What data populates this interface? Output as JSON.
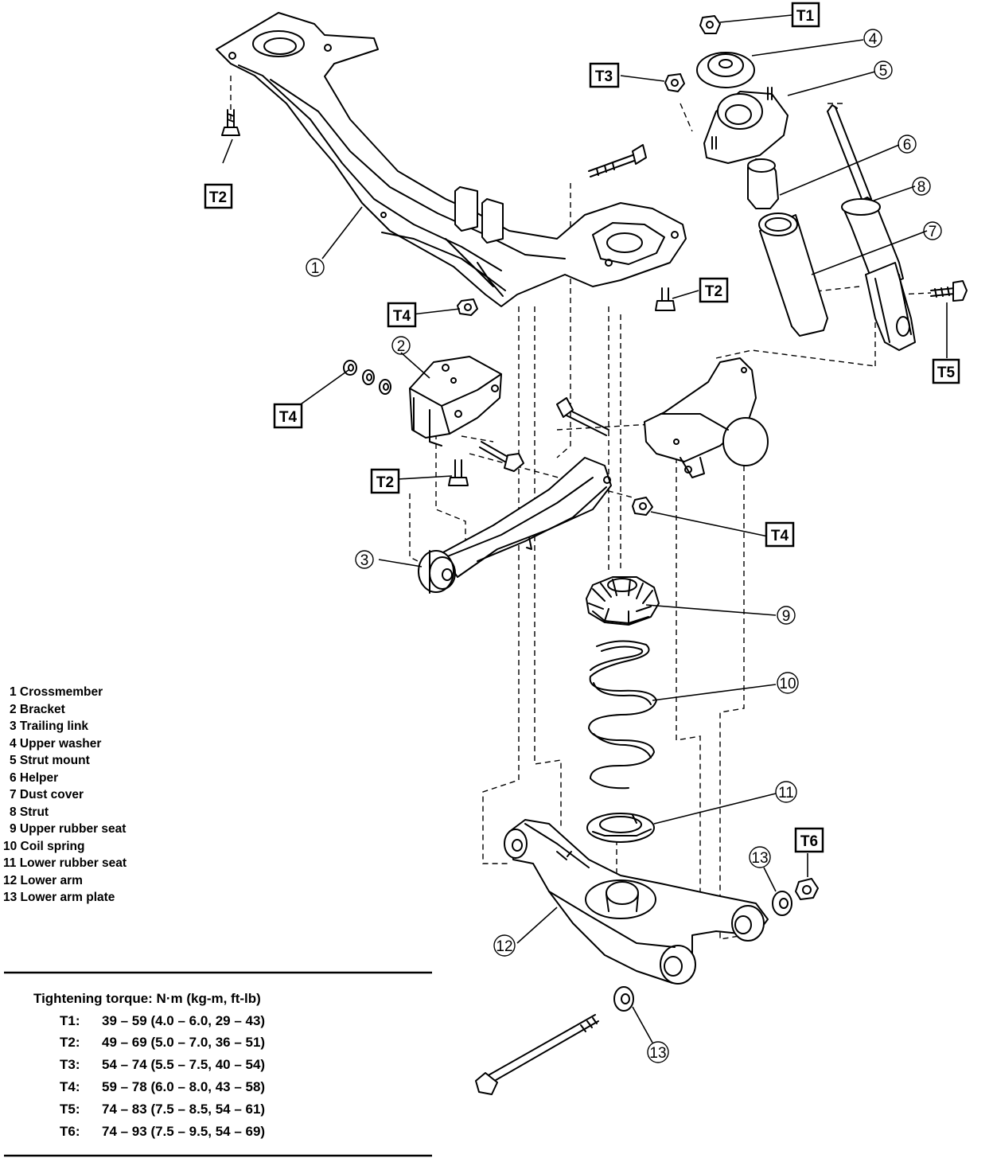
{
  "callouts": [
    {
      "num": "1"
    },
    {
      "num": "2"
    },
    {
      "num": "3"
    },
    {
      "num": "4"
    },
    {
      "num": "5"
    },
    {
      "num": "6"
    },
    {
      "num": "7"
    },
    {
      "num": "8"
    },
    {
      "num": "9"
    },
    {
      "num": "10"
    },
    {
      "num": "11"
    },
    {
      "num": "12"
    },
    {
      "num": "13"
    },
    {
      "num": "13"
    }
  ],
  "tags": {
    "t1": "T1",
    "t2": "T2",
    "t3": "T3",
    "t4": "T4",
    "t5": "T5",
    "t6": "T6"
  },
  "legend": [
    "1 Crossmember",
    "2 Bracket",
    "3 Trailing link",
    "4 Upper washer",
    "5 Strut mount",
    "6 Helper",
    "7 Dust cover",
    "8 Strut",
    "9 Upper rubber seat",
    "10 Coil spring",
    "11 Lower rubber seat",
    "12 Lower arm",
    "13 Lower arm plate"
  ],
  "torque": {
    "heading": "Tightening torque: N·m (kg-m, ft-lb)",
    "rows": [
      {
        "tag": "T1:",
        "values": "39 – 59 (4.0 – 6.0, 29 – 43)"
      },
      {
        "tag": "T2:",
        "values": "49 – 69 (5.0 – 7.0, 36 – 51)"
      },
      {
        "tag": "T3:",
        "values": "54 – 74 (5.5 – 7.5, 40 – 54)"
      },
      {
        "tag": "T4:",
        "values": "59 – 78 (6.0 – 8.0, 43 – 58)"
      },
      {
        "tag": "T5:",
        "values": "74 – 83 (7.5 – 8.5, 54 – 61)"
      },
      {
        "tag": "T6:",
        "values": "74 – 93 (7.5 – 9.5, 54 – 69)"
      }
    ]
  }
}
